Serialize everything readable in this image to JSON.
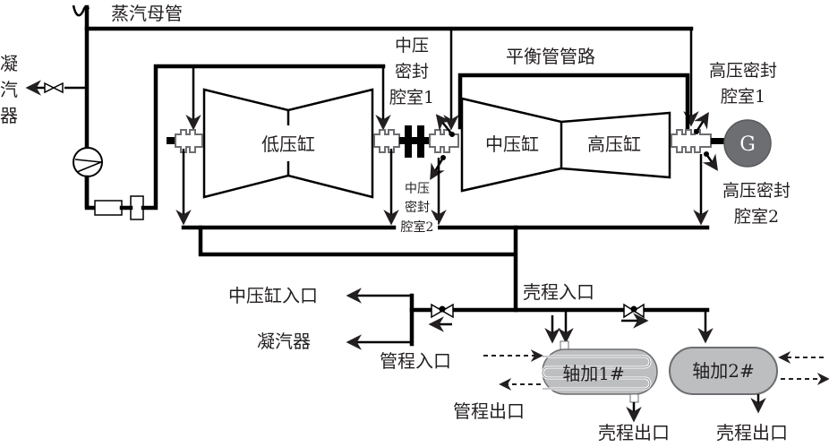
{
  "diagram": {
    "labels": {
      "steam_header": "蒸汽母管",
      "condenser_left": [
        "凝",
        "汽",
        "器"
      ],
      "lp_cylinder": "低压缸",
      "ip_cylinder": "中压缸",
      "hp_cylinder": "高压缸",
      "balance_pipe": "平衡管管路",
      "ip_seal_chamber_1": [
        "中压",
        "密封",
        "腔室1"
      ],
      "ip_seal_chamber_2": [
        "中压",
        "密封",
        "腔室2"
      ],
      "hp_seal_chamber_1": [
        "高压密封",
        "腔室1"
      ],
      "hp_seal_chamber_2": [
        "高压密封",
        "腔室2"
      ],
      "generator": "G",
      "ip_cylinder_inlet": "中压缸入口",
      "condenser_bottom": "凝汽器",
      "tube_side_inlet": "管程入口",
      "shell_side_inlet": "壳程入口",
      "tube_side_outlet": "管程出口",
      "shell_side_outlet_1": "壳程出口",
      "shell_side_outlet_2": "壳程出口",
      "gland_heater_1": "轴加1#",
      "gland_heater_2": "轴加2#"
    },
    "colors": {
      "line": "#000000",
      "text": "#231f20",
      "seal_outline": "#6d6e71",
      "heater_fill": "#bcbec0",
      "generator_fill": "#6d6e71",
      "generator_text": "#ffffff"
    }
  }
}
